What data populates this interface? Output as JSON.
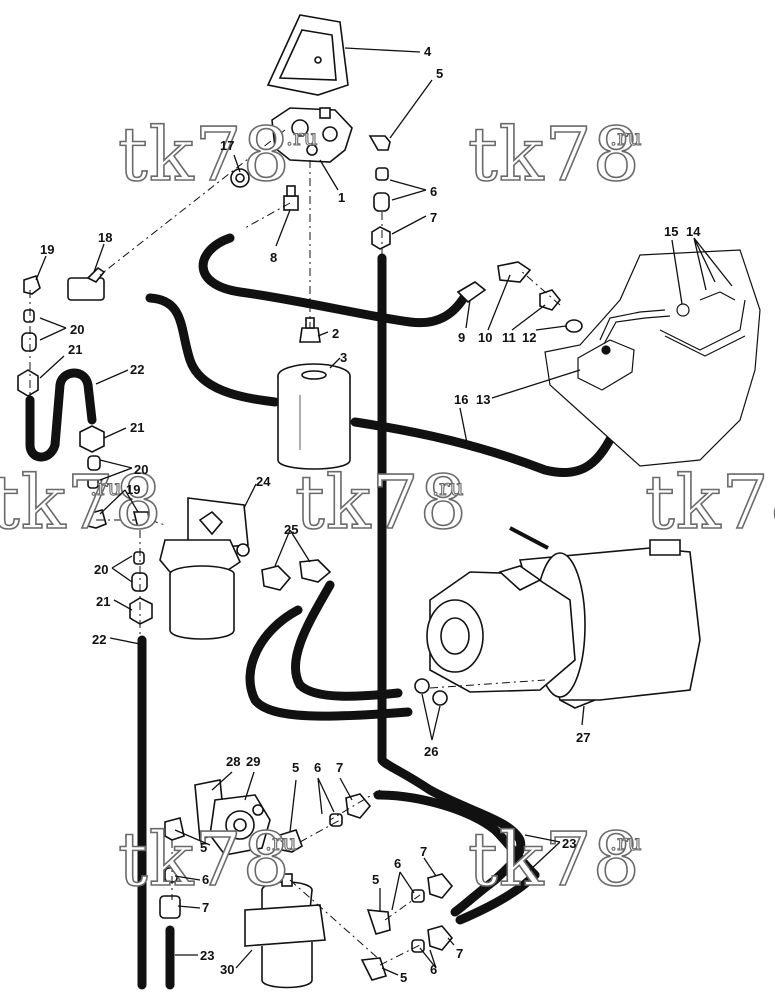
{
  "watermark": {
    "main": "tk78",
    "suffix": ".ru"
  },
  "callouts": [
    "1",
    "2",
    "3",
    "4",
    "5",
    "6",
    "7",
    "8",
    "9",
    "10",
    "11",
    "12",
    "13",
    "14",
    "15",
    "16",
    "17",
    "18",
    "19",
    "20",
    "21",
    "22",
    "23",
    "24",
    "25",
    "26",
    "27",
    "28",
    "29",
    "30"
  ]
}
